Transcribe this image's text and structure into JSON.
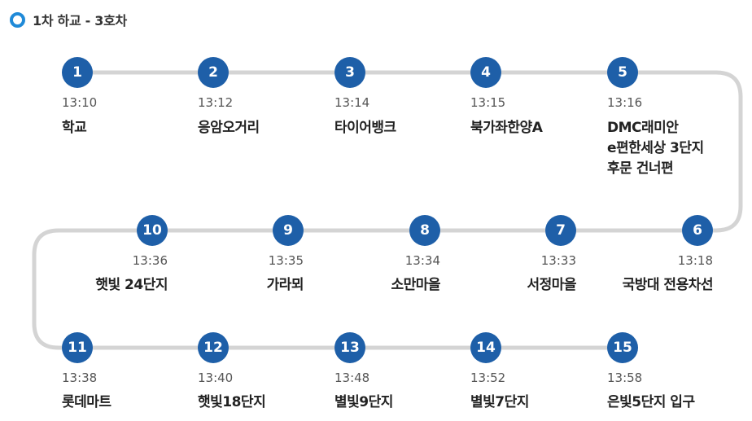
{
  "header": {
    "title": "1차 하교 - 3호차",
    "icon": "circle-ring-icon"
  },
  "colors": {
    "badge": "#1e5fa8",
    "line": "#d4d4d4",
    "accent": "#1f8ad8"
  },
  "rows": [
    {
      "align": "left",
      "stops": [
        {
          "num": "1",
          "time": "13:10",
          "name": "학교"
        },
        {
          "num": "2",
          "time": "13:12",
          "name": "응암오거리"
        },
        {
          "num": "3",
          "time": "13:14",
          "name": "타이어뱅크"
        },
        {
          "num": "4",
          "time": "13:15",
          "name": "북가좌한양A"
        },
        {
          "num": "5",
          "time": "13:16",
          "name": "DMC래미안\ne편한세상 3단지\n후문 건너편"
        }
      ]
    },
    {
      "align": "right",
      "stops": [
        {
          "num": "10",
          "time": "13:36",
          "name": "햇빛 24단지"
        },
        {
          "num": "9",
          "time": "13:35",
          "name": "가라뫼"
        },
        {
          "num": "8",
          "time": "13:34",
          "name": "소만마을"
        },
        {
          "num": "7",
          "time": "13:33",
          "name": "서정마을"
        },
        {
          "num": "6",
          "time": "13:18",
          "name": "국방대 전용차선"
        }
      ]
    },
    {
      "align": "left",
      "stops": [
        {
          "num": "11",
          "time": "13:38",
          "name": "롯데마트"
        },
        {
          "num": "12",
          "time": "13:40",
          "name": "햇빛18단지"
        },
        {
          "num": "13",
          "time": "13:48",
          "name": "별빛9단지"
        },
        {
          "num": "14",
          "time": "13:52",
          "name": "별빛7단지"
        },
        {
          "num": "15",
          "time": "13:58",
          "name": "은빛5단지 입구"
        }
      ]
    }
  ]
}
